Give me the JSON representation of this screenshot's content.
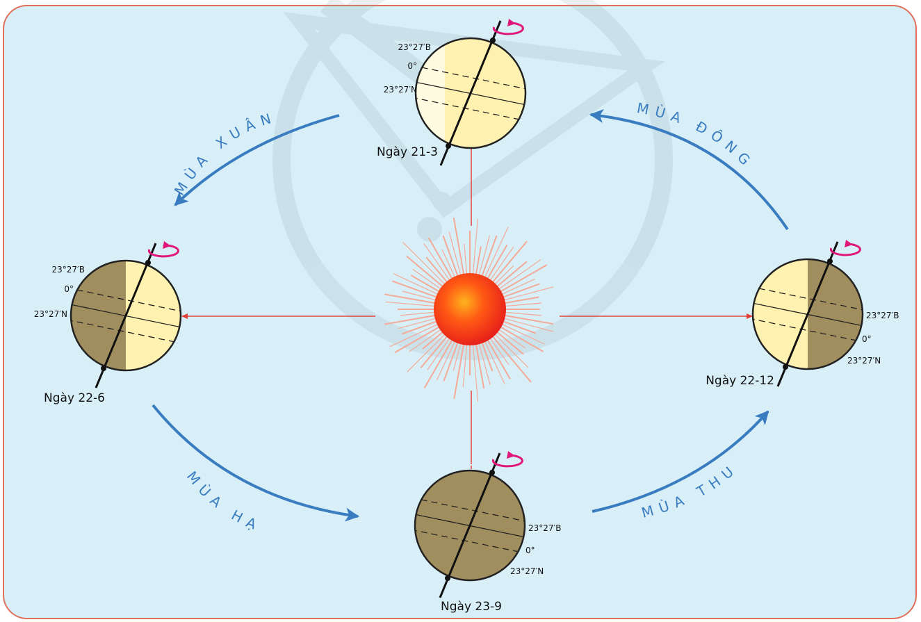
{
  "colors": {
    "background": "#d8eff8",
    "frame": "#e0705c",
    "sun_core": "#ff3a1a",
    "sun_rays": "#f4aa96",
    "sunlight_line": "#e0403a",
    "season_arrow": "#3a7cc0",
    "earth_day": "#fff1b0",
    "earth_night": "#a18e5f",
    "rotation_arrow": "#e0187a"
  },
  "labels": {
    "lat_north": "23°27′B",
    "equator": "0°",
    "lat_south": "23°27′N"
  },
  "earths": [
    {
      "id": "top",
      "date": "Ngày 21-3",
      "day_side": "full",
      "lat_labels_side": "left"
    },
    {
      "id": "left",
      "date": "Ngày 22-6",
      "day_side": "right-half",
      "lat_labels_side": "left"
    },
    {
      "id": "right",
      "date": "Ngày 22-12",
      "day_side": "left-half",
      "lat_labels_side": "right"
    },
    {
      "id": "bottom",
      "date": "Ngày 23-9",
      "day_side": "none",
      "lat_labels_side": "right"
    }
  ],
  "seasons": {
    "spring": "MÙA XUÂN",
    "summer": "MÙA HẠ",
    "autumn": "MÙA THU",
    "winter": "MÙA ĐÔNG"
  }
}
